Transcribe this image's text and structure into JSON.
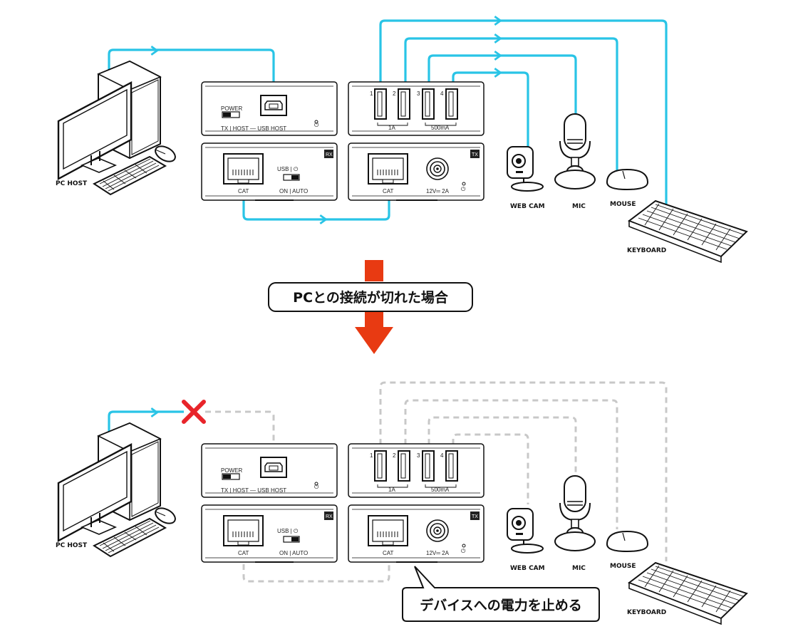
{
  "labels": {
    "pc_host": "PC HOST",
    "web_cam": "WEB CAM",
    "mic": "MIC",
    "mouse": "MOUSE",
    "keyboard": "KEYBOARD",
    "power": "POWER",
    "tx_host_usb": "TX | HOST — USB HOST",
    "usb_toggle": "USB | ⏻",
    "on_auto": "ON | AUTO",
    "cat": "CAT",
    "rx": "RX",
    "tx": "TX",
    "port1": "1",
    "port2": "2",
    "port3": "3",
    "port4": "4",
    "one_a": "1A",
    "five_hundred_ma": "500mA",
    "twelve_v": "12V═ 2A",
    "power_icon": "⏻"
  },
  "callouts": {
    "disconnect": "PCとの接続が切れた場合",
    "stop_power": "デバイスへの電力を止める"
  },
  "colors": {
    "active_line": "#29c4e6",
    "inactive_line": "#c8c8c8",
    "arrow": "#e83a12",
    "cross": "#e8242a"
  },
  "icons": {
    "cross": "x-mark-icon",
    "down_arrow": "down-arrow-icon"
  }
}
